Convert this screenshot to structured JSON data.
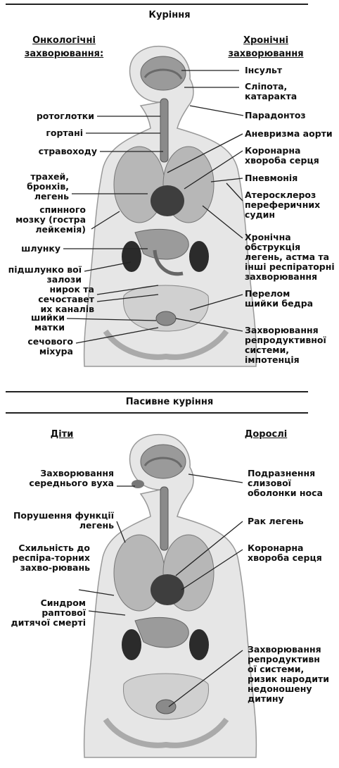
{
  "smoking": {
    "title": "Куріння",
    "left_heading": "Онкологічні захворювання:",
    "right_heading": "Хронічні захворювання",
    "left_labels": [
      "ротоглотки",
      "гортані",
      "стравоходу",
      "трахей, бронхів, легень",
      "спинного мозку (гостра лейкемія)",
      "шлунку",
      "підшлунко вої залози",
      "нирок та сечоставет",
      "их каналів",
      "шийки матки",
      "сечового міхура"
    ],
    "right_labels": [
      "Інсульт",
      "Сліпота, катаракта",
      "Парадонтоз",
      "Аневризма аорти",
      "Коронарна хвороба серця",
      "Пневмонія",
      "Атеросклероз переферичних судин",
      "Хронічна обструкція легень, астма та інші респіраторні захворювання",
      "Перелом шийки бедра",
      "Захворювання репродуктивної системи, імпотенція"
    ]
  },
  "passive": {
    "title": "Пасивне куріння",
    "left_heading": "Діти",
    "right_heading": "Дорослі",
    "left_labels": [
      "Захворювання середнього вуха",
      "Порушення функції легень",
      "Схильність до респіра-торних захво-рювань",
      "Синдром раптової дитячої смерті"
    ],
    "right_labels": [
      "Подразнення слизової оболонки носа",
      "Рак легень",
      "Коронарна хвороба серця",
      "Захворювання репродуктивн ої системи, ризик народити недоношену дитину"
    ]
  }
}
